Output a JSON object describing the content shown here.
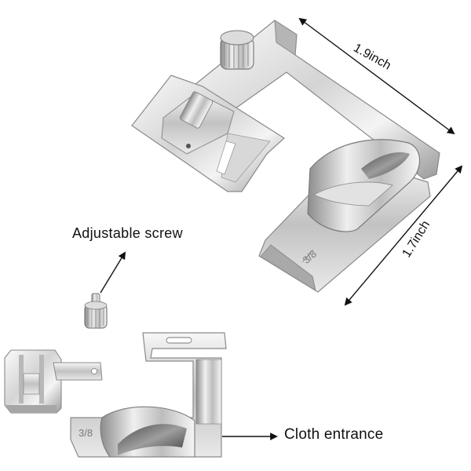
{
  "labels": {
    "adjustable_screw": "Adjustable screw",
    "cloth_entrance": "Cloth entrance"
  },
  "dimensions": {
    "width": "1.9inch",
    "height": "1.7inch"
  },
  "plate_marks": {
    "large": "3/8",
    "small": "3/8"
  },
  "colors": {
    "metal_light": "#f2f2f2",
    "metal_mid": "#c9c9c9",
    "metal_dark": "#6e6e6e",
    "arrow": "#111111"
  },
  "icons": {
    "assembled_foot": "hemmer-foot-assembled",
    "screw": "thumb-screw",
    "presser_foot": "presser-foot-part",
    "hem_guide": "hem-guide-part"
  }
}
